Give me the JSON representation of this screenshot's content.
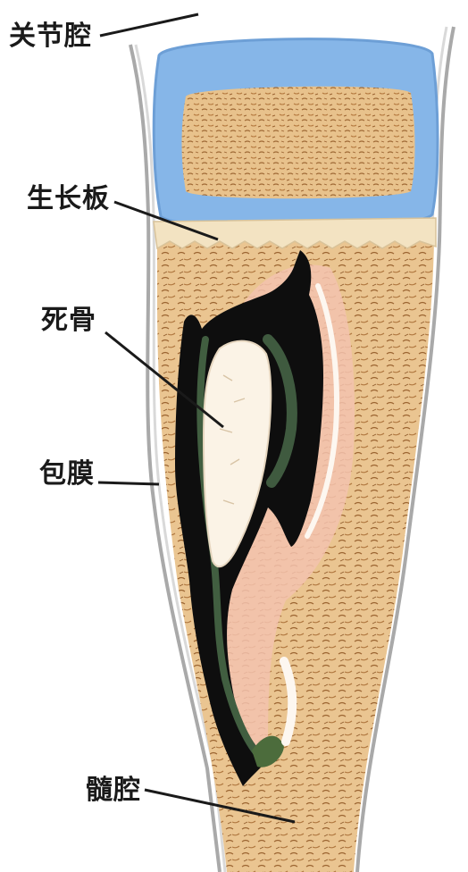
{
  "labels": {
    "joint_cavity": "关节腔",
    "growth_plate": "生长板",
    "sequestrum": "死骨",
    "periosteum": "包膜",
    "marrow_cavity": "髓腔"
  },
  "colors": {
    "cartilage_blue": "#7fb2e6",
    "bone_tan": "#e7c08a",
    "fiber_brown": "#a8703a",
    "sequestrum_white": "#fbf3e6",
    "necrosis_black": "#0e0e0e",
    "pus_green": "#3d5a3c",
    "inflammation_pink": "#f2b7a2",
    "periosteum_gray": "#b9b9b9"
  }
}
